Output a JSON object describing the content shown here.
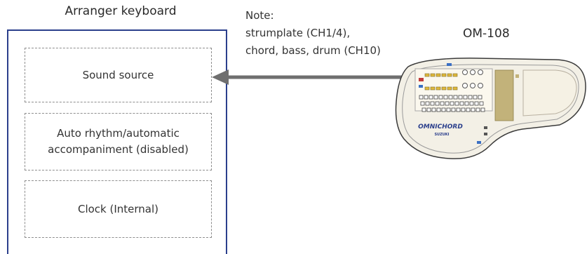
{
  "keyboard": {
    "title": "Arranger keyboard",
    "modules": {
      "sound_source": "Sound source",
      "auto_rhythm": "Auto rhythm/automatic accompaniment (disabled)",
      "clock": "Clock (Internal)"
    }
  },
  "note": {
    "text": "Note:\nstrumplate (CH1/4),\nchord, bass, drum (CH10)"
  },
  "device": {
    "label": "OM-108",
    "brand": "OMNICHORD",
    "maker": "SUZUKI"
  },
  "colors": {
    "box_border": "#2b3f8c",
    "module_dash": "#8e8e8e",
    "arrow": "#6f6f6f",
    "device_body": "#f3f0e6",
    "device_outline": "#3a3a3a",
    "strumplate": "#c2b27a"
  }
}
